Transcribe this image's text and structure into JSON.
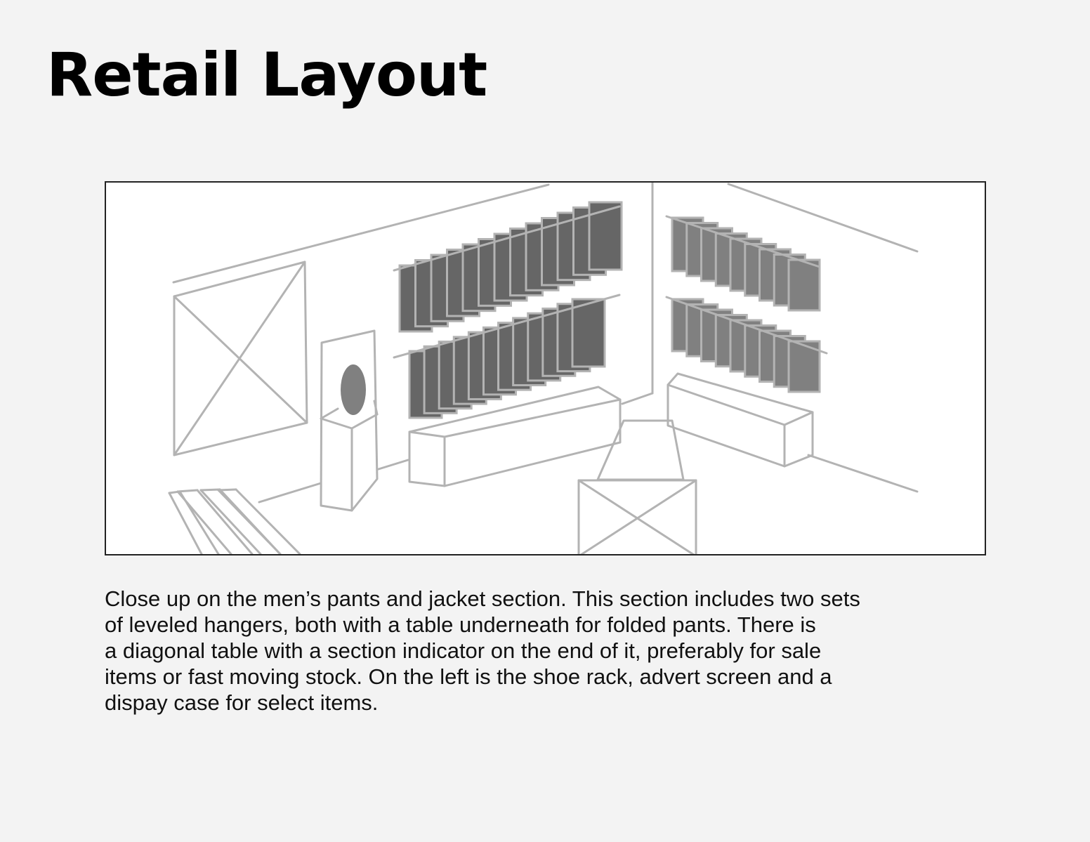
{
  "title": "Retail Layout",
  "caption_lines": [
    "Close up on the men’s pants and jacket section. This section includes two sets",
    "of leveled hangers, both with a table underneath for folded pants. There is",
    "a diagonal table with a section indicator on the end of it, preferably for sale",
    "items or fast moving stock. On the left is the shoe rack, advert screen and a",
    "dispay case for select items."
  ],
  "colors": {
    "background": "#f3f3f3",
    "line": "#b3b3b3",
    "hanger_dark": "#666666",
    "hanger_mid": "#808080",
    "text": "#111111"
  }
}
